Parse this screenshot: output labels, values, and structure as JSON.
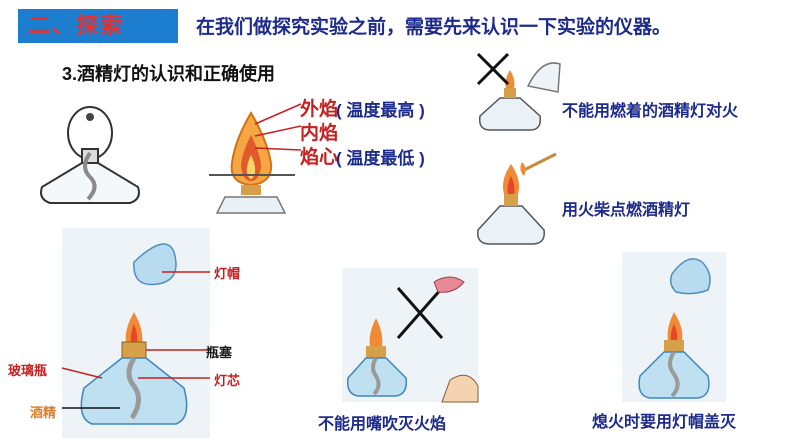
{
  "header": {
    "section_tag": "二、探索",
    "headline": "在我们做探究实验之前，需要先来认识一下实验的仪器。",
    "subtitle": "3.酒精灯的认识和正确使用"
  },
  "flame": {
    "outer": "外焰",
    "outer_note": "( 温度最高 )",
    "inner": "内焰",
    "core": "焰心",
    "core_note": "( 温度最低 )"
  },
  "captions": {
    "no_light_from_lamp": "不能用燃着的酒精灯对火",
    "use_match": "用火柴点燃酒精灯",
    "no_blow": "不能用嘴吹灭火焰",
    "cap_to_extinguish": "熄火时要用灯帽盖灭"
  },
  "parts": {
    "cap": "灯帽",
    "stopper": "瓶塞",
    "bottle": "玻璃瓶",
    "wick": "灯芯",
    "alcohol": "酒精"
  },
  "colors": {
    "tag_bg": "#1d7ed0",
    "tag_text": "#e53030",
    "headline": "#1d2b8c",
    "label_red": "#c62020"
  }
}
